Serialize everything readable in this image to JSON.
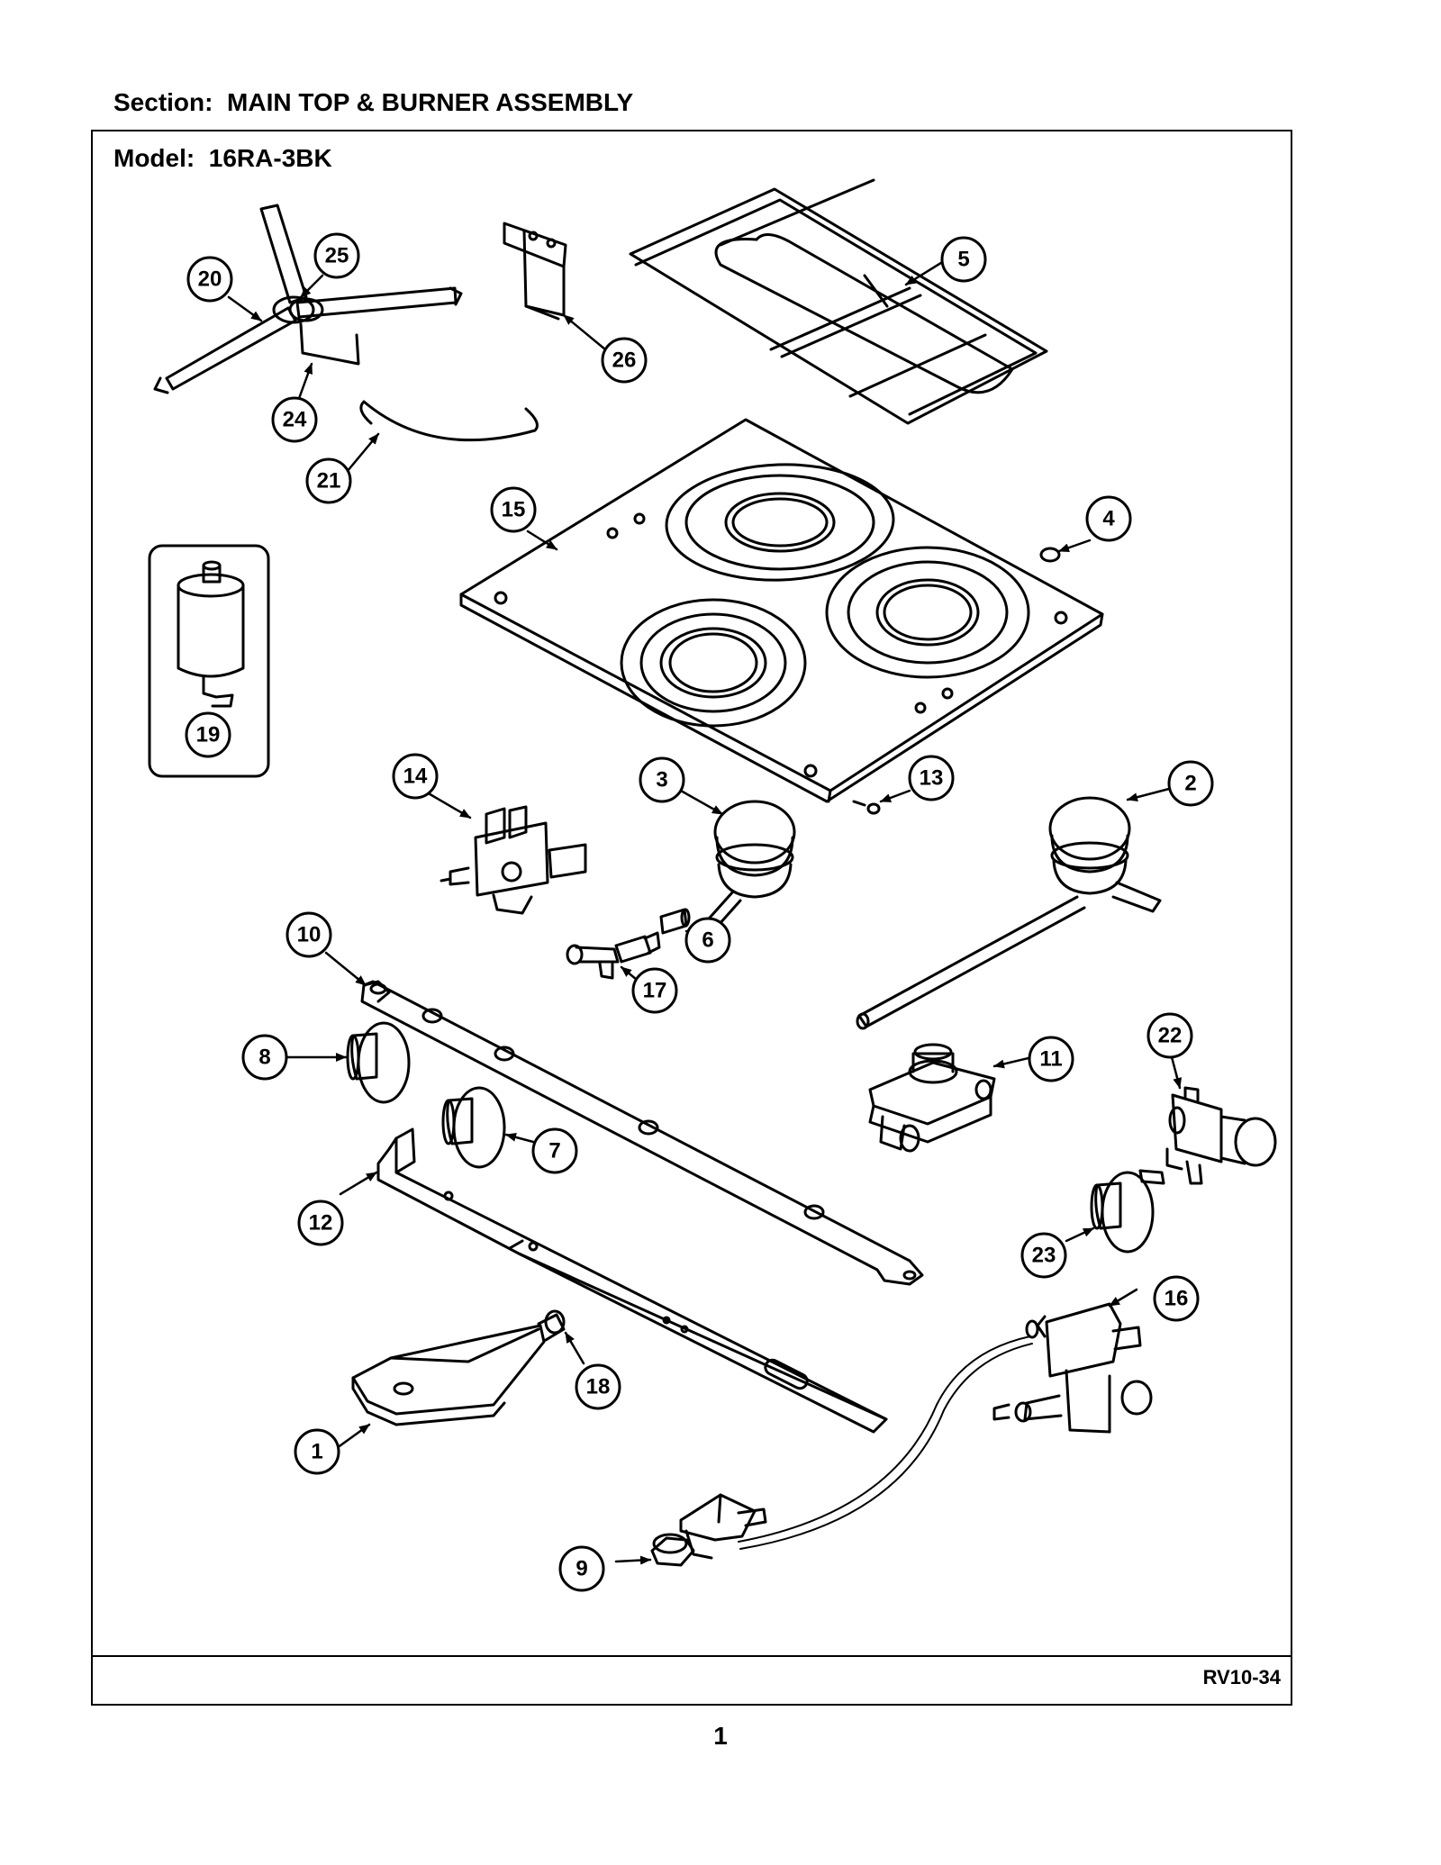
{
  "header": {
    "section_label": "Section:",
    "section_name": "MAIN TOP & BURNER ASSEMBLY",
    "model_label": "Model:",
    "model_number": "16RA-3BK"
  },
  "footer": {
    "diagram_code": "RV10-34",
    "page_number": "1"
  },
  "callouts": {
    "c1": "1",
    "c2": "2",
    "c3": "3",
    "c4": "4",
    "c5": "5",
    "c6": "6",
    "c7": "7",
    "c8": "8",
    "c9": "9",
    "c10": "10",
    "c11": "11",
    "c12": "12",
    "c13": "13",
    "c14": "14",
    "c15": "15",
    "c16": "16",
    "c17": "17",
    "c18": "18",
    "c19": "19",
    "c20": "20",
    "c21": "21",
    "c22": "22",
    "c23": "23",
    "c24": "24",
    "c25": "25",
    "c26": "26"
  }
}
